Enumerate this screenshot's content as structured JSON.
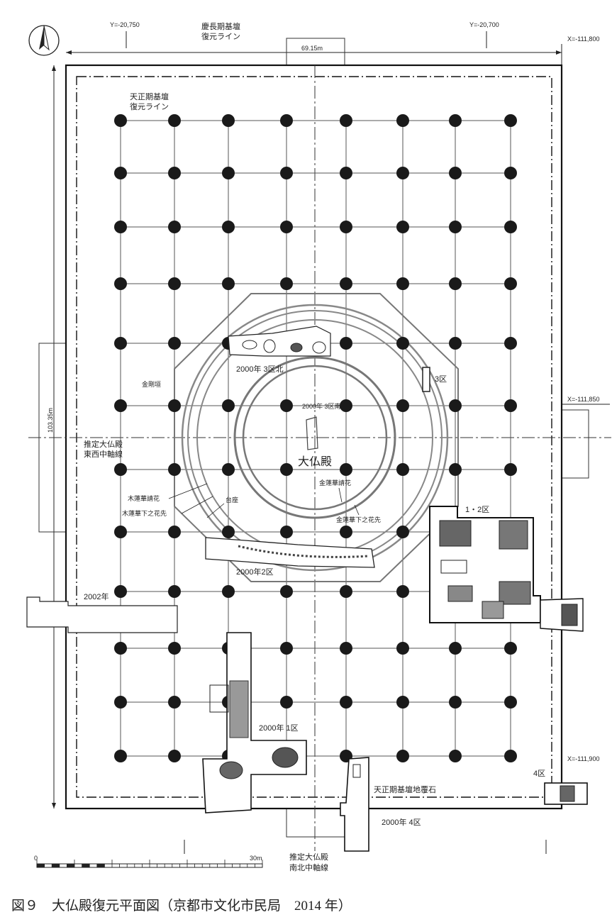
{
  "coords": {
    "y_west": "Y=-20,750",
    "y_east": "Y=-20,700",
    "x_north": "X=-111,800",
    "x_mid": "X=-111,850",
    "x_south": "X=-111,900"
  },
  "dimensions": {
    "width": "69.15m",
    "length": "103.35m"
  },
  "labels": {
    "keicho_line_1": "慶長期基壇",
    "keicho_line_2": "復元ライン",
    "tensho_line_1": "天正期基壇",
    "tensho_line_2": "復元ライン",
    "east_west_axis_1": "推定大仏殿",
    "east_west_axis_2": "東西中軸線",
    "north_south_axis_1": "推定大仏殿",
    "north_south_axis_2": "南北中軸線",
    "daibutsuden": "大仏殿",
    "kongo_gaki": "金剛垣",
    "mokurenge_uke": "木蓮華請花",
    "mokurenge_shita": "木蓮華下之花先",
    "daiza": "台座",
    "konrenge_uke": "金蓮華請花",
    "konrenge_shita": "金蓮華下之花先",
    "tensho_fukuishi": "天正期基壇地覆石"
  },
  "excavations": {
    "a2000_3_north": "2000年 3区北",
    "a2000_3_south": "2000年 3区南",
    "a3": "3区",
    "a12": "1・2区",
    "a2000_2": "2000年2区",
    "a2002": "2002年",
    "a2000_1": "2000年 1区",
    "a4": "4区",
    "a2000_4": "2000年 4区"
  },
  "scale": {
    "start": "0",
    "end": "30m"
  },
  "caption": "図９　大仏殿復元平面図（京都市文化市民局　2014 年）"
}
